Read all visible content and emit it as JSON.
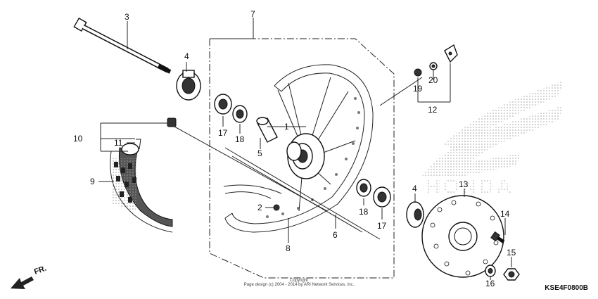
{
  "callouts": {
    "c1": "1",
    "c2": "2",
    "c3": "3",
    "c4a": "4",
    "c4b": "4",
    "c5": "5",
    "c6": "6",
    "c7": "7",
    "c8": "8",
    "c9": "9",
    "c10": "10",
    "c11": "11",
    "c12": "12",
    "c13": "13",
    "c14": "14",
    "c15": "15",
    "c16": "16",
    "c17a": "17",
    "c17b": "17",
    "c18a": "18",
    "c18b": "18",
    "c19": "19",
    "c20": "20"
  },
  "direction_label": "FR.",
  "caption": {
    "line1": "Copyright",
    "line2": "Page design (c) 2004 - 2014 by ARI Network Services, Inc."
  },
  "diagram_code": "KSE4F0800B",
  "brand_watermark": "HONDA"
}
